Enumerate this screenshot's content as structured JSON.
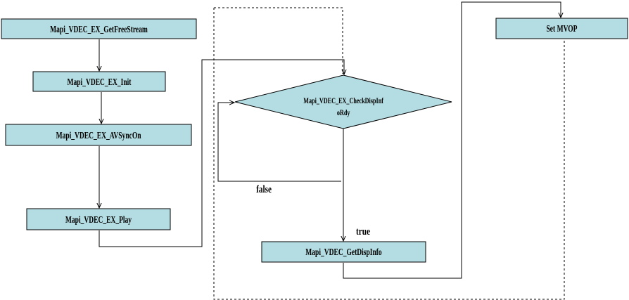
{
  "nodes": {
    "get_free_stream": "Mapi_VDEC_EX_GetFreeStream",
    "init": "Mapi_VDEC_EX_Init",
    "av_sync_on": "Mapi_VDEC_EX_AVSyncOn",
    "play": "Mapi_VDEC_EX_Play",
    "check_disp_info_line1": "Mapi_VDEC_EX_CheckDispInf",
    "check_disp_info_line2": "oRdy",
    "get_disp_info": "Mapi_VDEC_GetDispInfo",
    "set_mvop": "Set MVOP"
  },
  "edge_labels": {
    "false": "false",
    "true": "true"
  },
  "colors": {
    "node_fill": "#b3dde2",
    "stroke": "#000000"
  }
}
